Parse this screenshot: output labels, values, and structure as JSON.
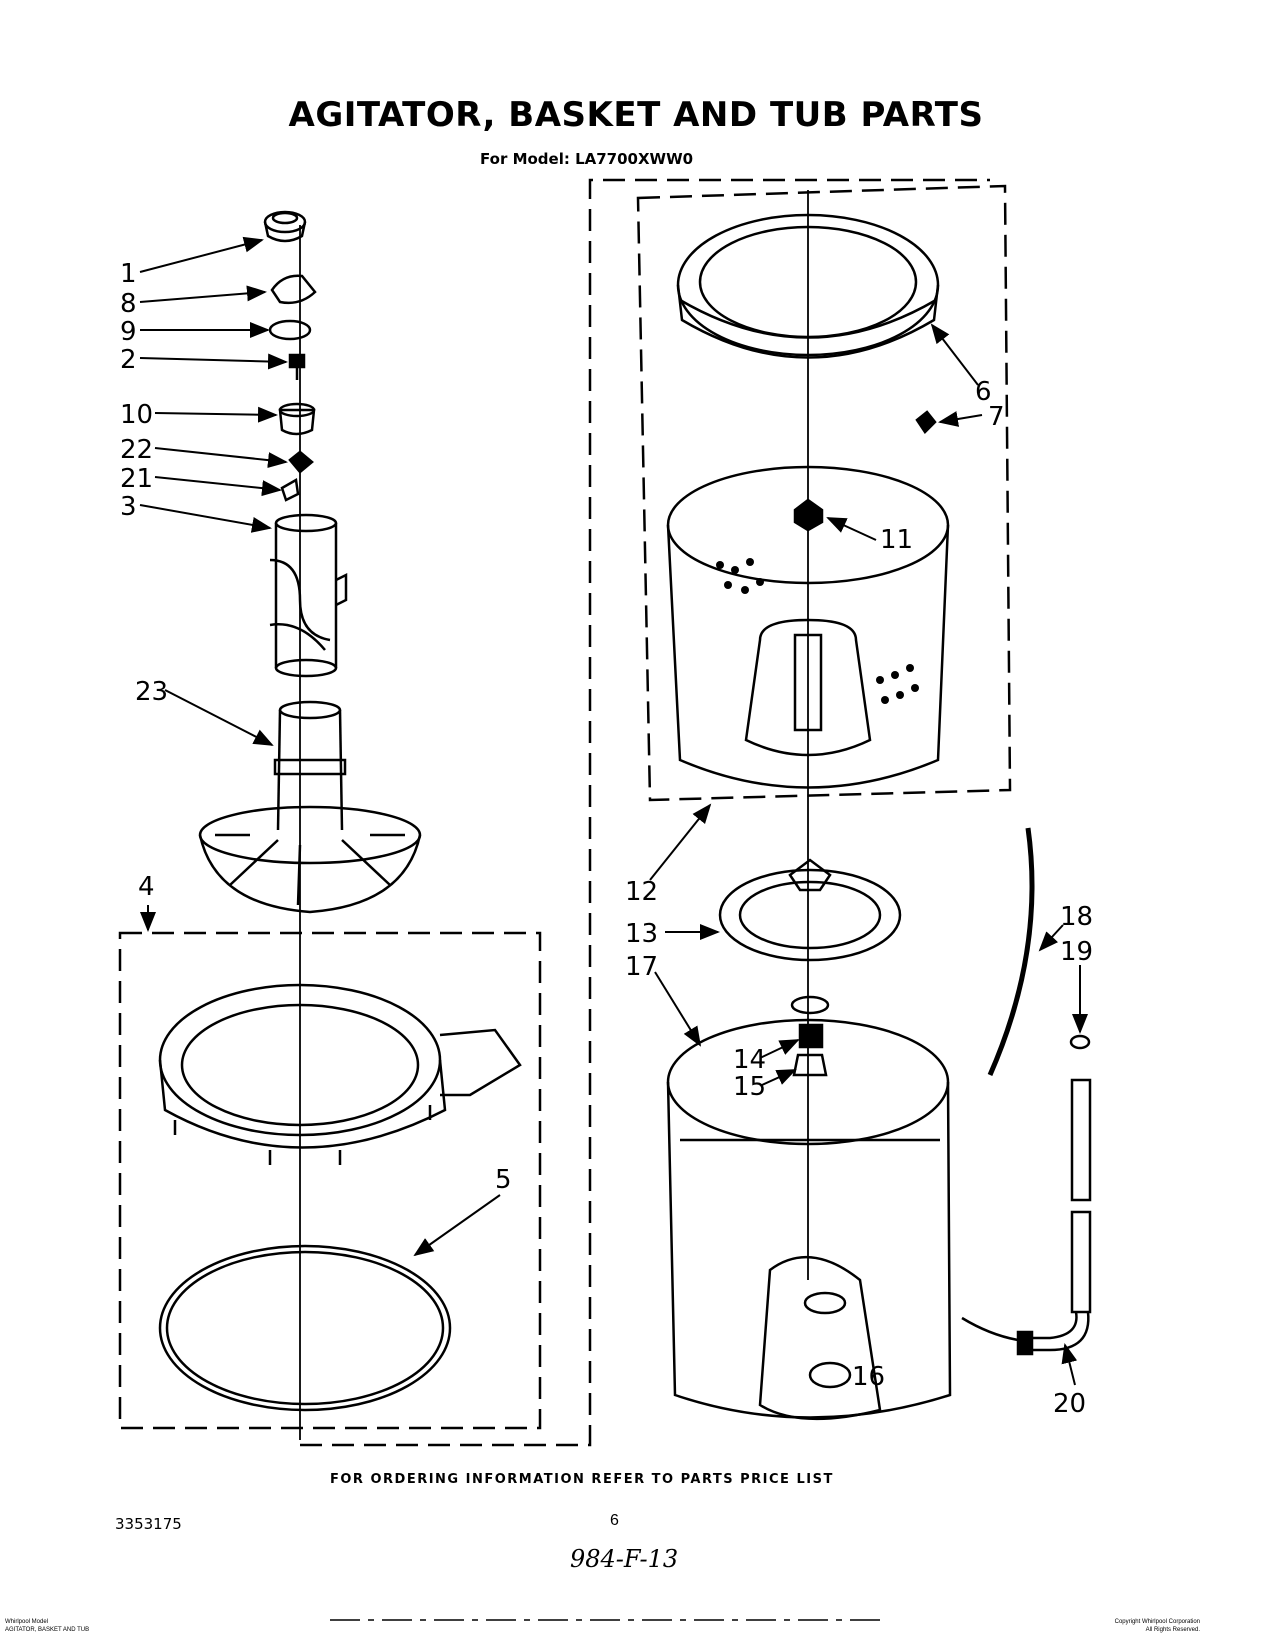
{
  "header": {
    "title": "AGITATOR, BASKET AND TUB PARTS",
    "model_line": "For Model: LA7700XWW0"
  },
  "callouts": {
    "c1": "1",
    "c2": "2",
    "c3": "3",
    "c4": "4",
    "c5": "5",
    "c6": "6",
    "c7": "7",
    "c8": "8",
    "c9": "9",
    "c10": "10",
    "c11": "11",
    "c12": "12",
    "c13": "13",
    "c14": "14",
    "c15": "15",
    "c16": "16",
    "c17": "17",
    "c18": "18",
    "c19": "19",
    "c20": "20",
    "c21": "21",
    "c22": "22",
    "c23": "23"
  },
  "footer": {
    "ordering_note": "FOR ORDERING INFORMATION REFER TO PARTS PRICE LIST",
    "document_number": "3353175",
    "page_number": "6",
    "handwritten_note": "984-F-13",
    "fine_print_left_1": "Whirlpool Model",
    "fine_print_left_2": "AGITATOR, BASKET AND TUB",
    "fine_print_right_1": "Copyright Whirlpool Corporation",
    "fine_print_right_2": "All Rights Reserved."
  }
}
